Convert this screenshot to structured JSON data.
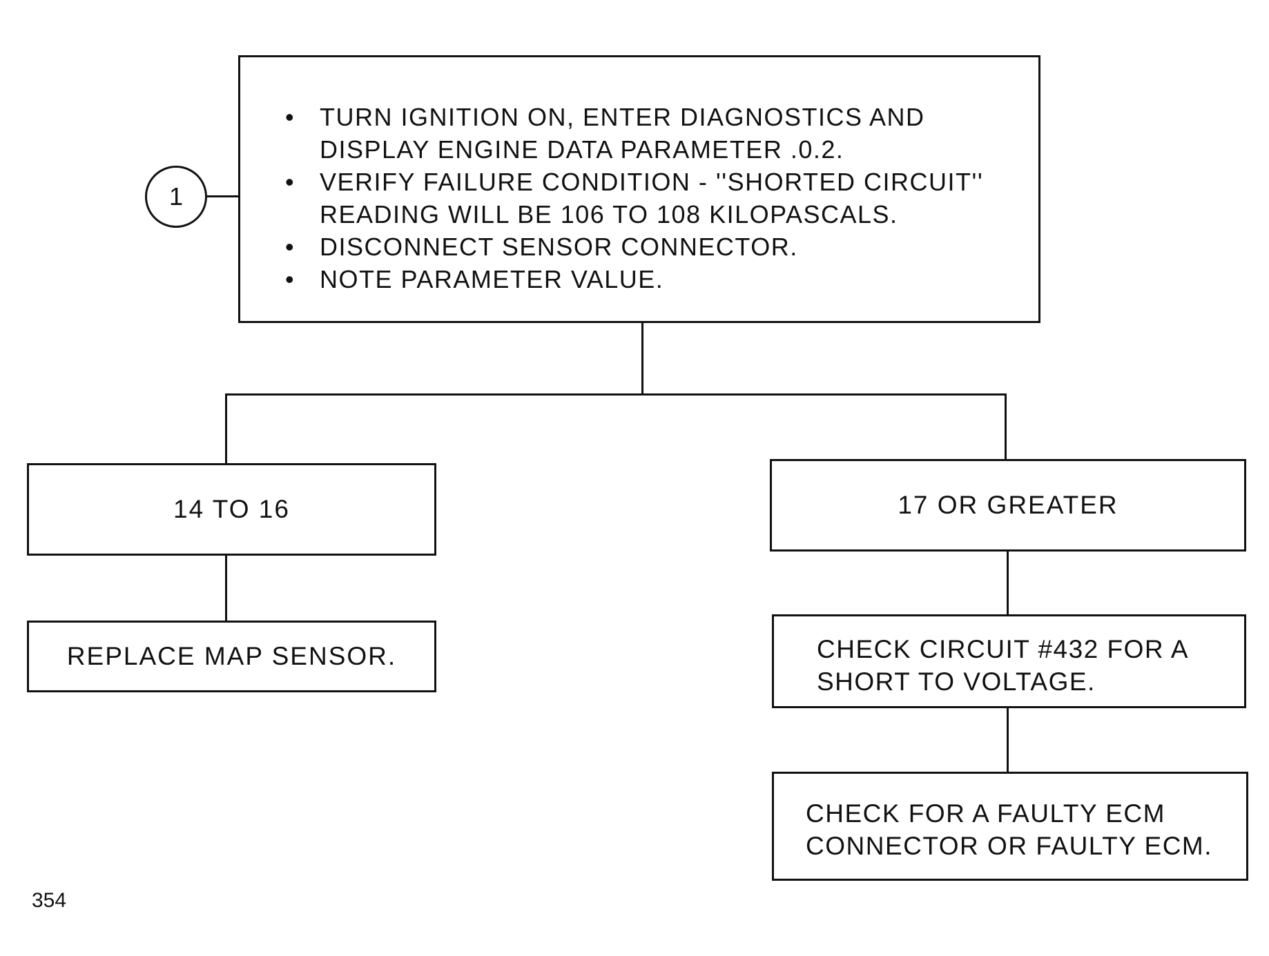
{
  "diagram": {
    "step_number": "1",
    "main_box": {
      "items": [
        "TURN IGNITION ON, ENTER DIAGNOSTICS AND DISPLAY ENGINE DATA PARAMETER .0.2.",
        "VERIFY FAILURE CONDITION - ''SHORTED CIRCUIT'' READING WILL BE 106 TO 108 KILOPASCALS.",
        "DISCONNECT SENSOR CONNECTOR.",
        "NOTE PARAMETER VALUE."
      ],
      "bullet": "•"
    },
    "left_branch": {
      "condition": "14 TO 16",
      "action": "REPLACE MAP SENSOR."
    },
    "right_branch": {
      "condition": "17 OR GREATER",
      "action_1": "CHECK CIRCUIT #432 FOR A SHORT TO VOLTAGE.",
      "action_2": "CHECK FOR A FAULTY ECM CONNECTOR OR FAULTY ECM."
    }
  },
  "page_number": "354"
}
